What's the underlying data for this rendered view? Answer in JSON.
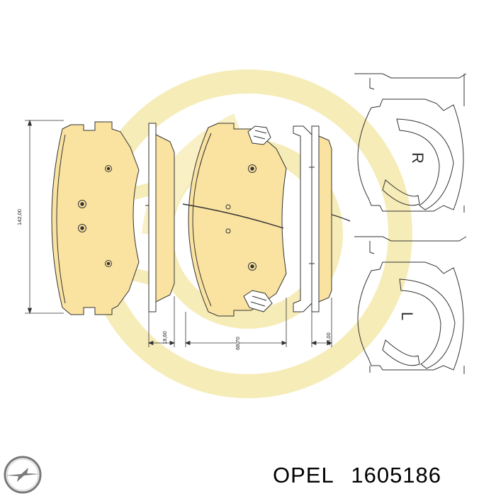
{
  "caption": {
    "brand": "OPEL",
    "part_number": "1605186"
  },
  "dimensions": {
    "height": "142,00",
    "thickness_outer": "18,60",
    "width": "68,70",
    "thickness_inner": "18,00"
  },
  "side_markers": {
    "right": "R",
    "left": "L"
  },
  "colors": {
    "pad_fill": "#fae3a0",
    "watermark": "#f6ecb8",
    "line": "#333333",
    "text": "#000000"
  },
  "icons": {
    "brand_logo": "opel-logo-icon",
    "watermark": "gear-wheel-watermark"
  }
}
